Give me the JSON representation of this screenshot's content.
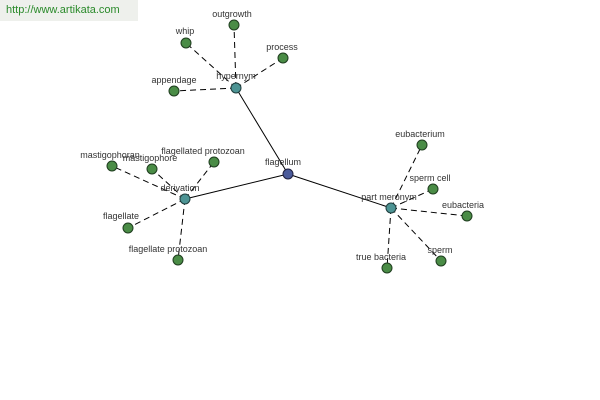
{
  "watermark": {
    "text": "http://www.artikata.com"
  },
  "colors": {
    "leaf": "#4a8c46",
    "relation": "#4d9494",
    "center": "#4a5a9a",
    "watermark_text": "#2a8a2a",
    "watermark_bg": "#eef0ec"
  },
  "graph": {
    "center": {
      "label": "flagellum"
    },
    "relations": [
      {
        "label": "hypernym",
        "leaves": [
          "whip",
          "outgrowth",
          "process",
          "appendage"
        ]
      },
      {
        "label": "derivation",
        "leaves": [
          "mastigophoran",
          "mastigophore",
          "flagellated protozoan",
          "flagellate",
          "flagellate protozoan"
        ]
      },
      {
        "label": "part meronym",
        "leaves": [
          "eubacterium",
          "sperm cell",
          "eubacteria",
          "sperm",
          "true bacteria"
        ]
      }
    ]
  }
}
